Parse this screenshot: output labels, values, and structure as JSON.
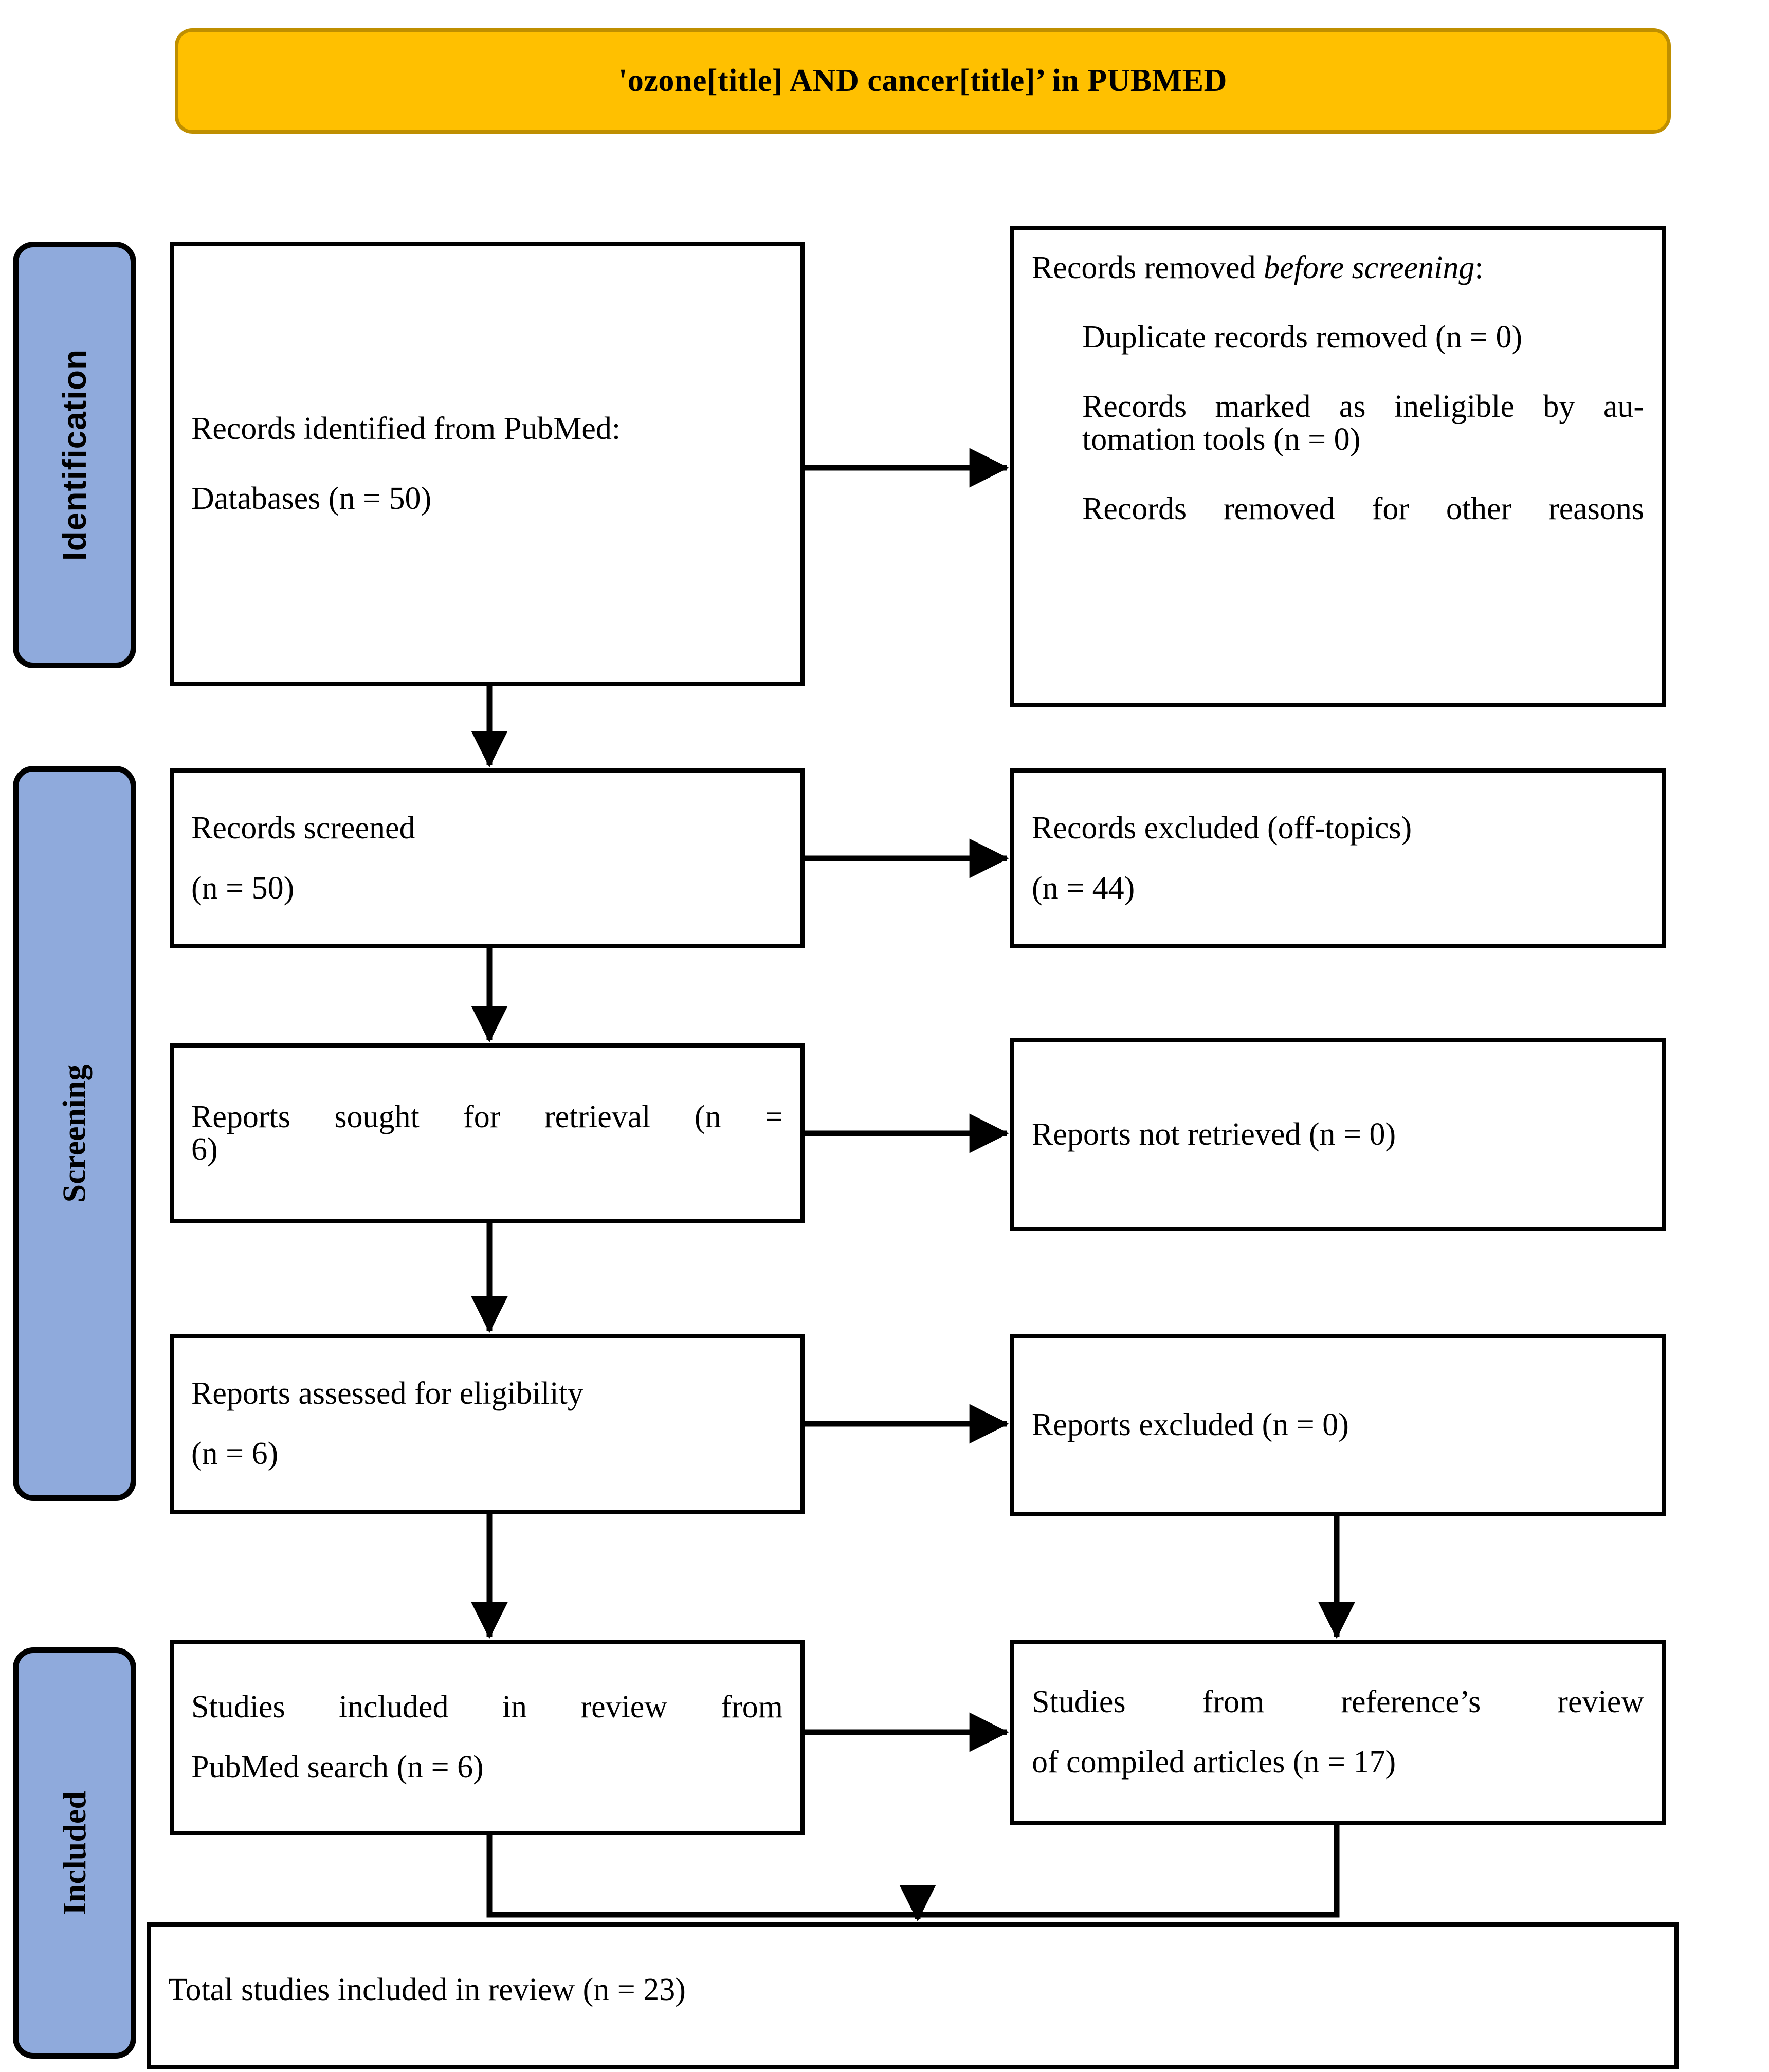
{
  "title": {
    "text": "'ozone[title] AND cancer[title]’ in PUBMED",
    "fill_color": "#FFC000",
    "border_color": "#BF8F00"
  },
  "stages": {
    "accent_color": "#8FAADC",
    "items": [
      {
        "id": "identification",
        "label": "Identification"
      },
      {
        "id": "screening",
        "label": "Screening"
      },
      {
        "id": "included",
        "label": "Included"
      }
    ]
  },
  "boxes": {
    "identified": {
      "line1": "Records identified from PubMed:",
      "line2": "Databases (n = 50)"
    },
    "removed": {
      "heading_prefix": "Records removed ",
      "heading_italic": "before screening",
      "heading_suffix": ":",
      "item1": "Duplicate records removed (n = 0)",
      "item2": "Records marked as ineligible by au-",
      "item3": "tomation tools (n = 0)",
      "item4": "Records removed for other reasons"
    },
    "screened": {
      "line1": "Records screened",
      "line2": "(n = 50)"
    },
    "excluded_offtopic": {
      "line1": "Records excluded (off-topics)",
      "line2": "(n = 44)"
    },
    "sought": {
      "line1": "Reports sought for retrieval (n =",
      "line2": "6)"
    },
    "not_retrieved": {
      "line1": "Reports not retrieved (n = 0)"
    },
    "assessed": {
      "line1": "Reports assessed for eligibility",
      "line2": "(n = 6)"
    },
    "reports_excluded": {
      "line1": "Reports excluded (n = 0)"
    },
    "included_pubmed": {
      "line1": "Studies included in review from",
      "line2": "PubMed search (n = 6)"
    },
    "included_reference": {
      "line1": "Studies from reference’s review",
      "line2": "of compiled articles (n = 17)"
    },
    "total": {
      "line1": "Total studies included in review (n = 23)"
    }
  },
  "flow_counts": {
    "records_identified": 50,
    "duplicates_removed": 0,
    "ineligible_automation": 0,
    "records_screened": 50,
    "records_excluded_offtopic": 44,
    "reports_sought": 6,
    "reports_not_retrieved": 0,
    "reports_assessed": 6,
    "reports_excluded": 0,
    "studies_included_pubmed": 6,
    "studies_from_references": 17,
    "total_studies_included": 23
  }
}
